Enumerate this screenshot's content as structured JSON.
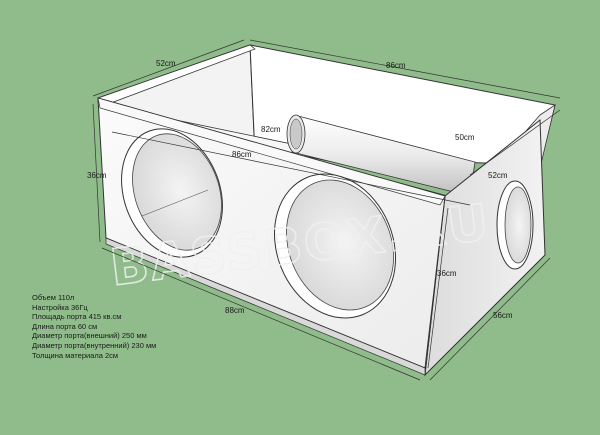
{
  "watermark": "BASSBOX.RU",
  "dimensions": {
    "top_depth": "52cm",
    "top_width": "86cm",
    "inner_width": "82cm",
    "inner_partition_width": "86cm",
    "port_length": "50cm",
    "front_height": "36cm",
    "right_depth": "52cm",
    "side_height": "36cm",
    "bottom_width": "88cm",
    "bottom_depth": "56cm"
  },
  "specs": [
    "Объем 110л",
    "Настройка 36Гц",
    "Площадь порта 415 кв.см",
    "Длина порта 60 см",
    "Диаметр порта(внешний) 250 мм",
    "Диаметр порта(внутренний) 230 мм",
    "Толщина материала 2см"
  ],
  "colors": {
    "background": "#8fbc8a",
    "panel_light": "#ffffff",
    "panel_shadow": "#e4e4e4",
    "edge": "#333333"
  }
}
